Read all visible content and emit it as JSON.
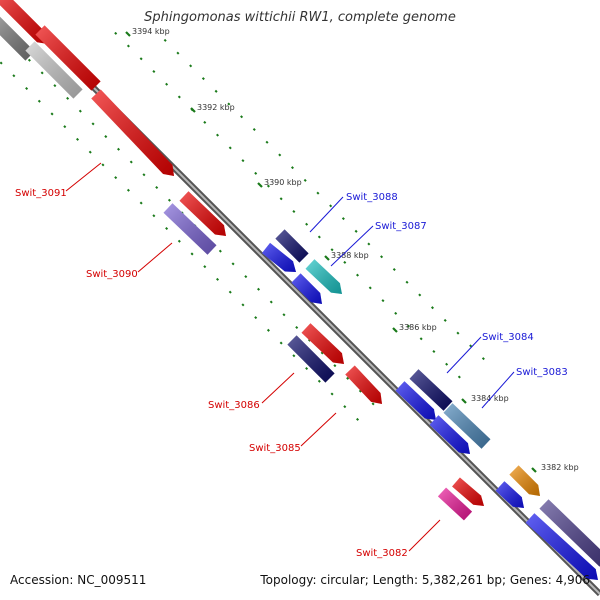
{
  "title": "Sphingomonas wittichii RW1, complete genome",
  "accession": "Accession: NC_009511",
  "summary": "Topology: circular; Length: 5,382,261 bp; Genes: 4,906",
  "colors": {
    "backbone": "#7a7a7a",
    "tick": "#1a7a1a",
    "forward_label": "#1a1ad6",
    "reverse_label": "#d40000",
    "red": "#ee0000",
    "blue": "#1010ee",
    "navy": "#0a0a6a",
    "cyan": "#19c3c3",
    "steel": "#4a86b8",
    "purple": "#7a62d6",
    "orange": "#f08a00",
    "magenta": "#ee1699",
    "grey": "#7a7a7a",
    "lightgrey": "#c8c8c8",
    "slate": "#4a3c8a"
  },
  "ticks": [
    "3394 kbp",
    "3392 kbp",
    "3390 kbp",
    "3388 kbp",
    "3386 kbp",
    "3384 kbp",
    "3382 kbp"
  ],
  "labels": {
    "swit_3091": "Swit_3091",
    "swit_3090": "Swit_3090",
    "swit_3088": "Swit_3088",
    "swit_3087": "Swit_3087",
    "swit_3086": "Swit_3086",
    "swit_3085": "Swit_3085",
    "swit_3084": "Swit_3084",
    "swit_3083": "Swit_3083",
    "swit_3082": "Swit_3082"
  }
}
